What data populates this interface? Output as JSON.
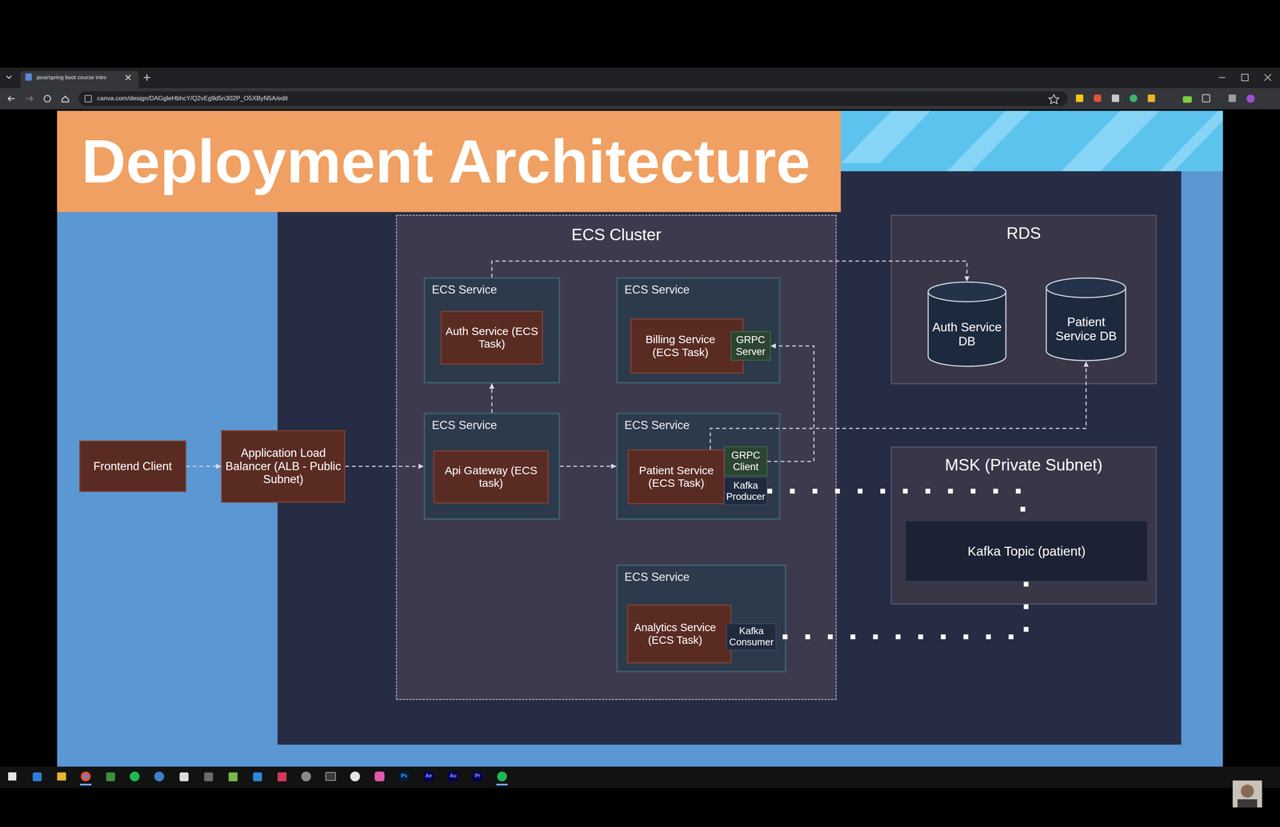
{
  "diagram": {
    "title": "Deployment Architecture",
    "nodes": [
      {
        "text": [
          "Frontend Client"
        ]
      },
      {
        "text": [
          "Application Load Balancer (ALB - Public Subnet)"
        ]
      },
      {
        "text": [
          "ECS Cluster"
        ]
      },
      {
        "text": [
          "ECS Service"
        ],
        "in": 2
      },
      {
        "text": [
          "Auth Service (ECS Task)"
        ],
        "in": 3
      },
      {
        "text": [
          "ECS Service"
        ],
        "in": 2
      },
      {
        "text": [
          "Billing Service (ECS Task)"
        ],
        "in": 5
      },
      {
        "text": [
          "GRPC Server"
        ],
        "in": 5
      },
      {
        "text": [
          "ECS Service"
        ],
        "in": 2
      },
      {
        "text": [
          "Api Gateway (ECS task)"
        ],
        "in": 8
      },
      {
        "text": [
          "ECS Service"
        ],
        "in": 2
      },
      {
        "text": [
          "Patient Service (ECS Task)"
        ],
        "in": 10
      },
      {
        "text": [
          "GRPC Client"
        ],
        "in": 10
      },
      {
        "text": [
          "Kafka Producer"
        ],
        "in": 10
      },
      {
        "text": [
          "ECS Service"
        ],
        "in": 2
      },
      {
        "text": [
          "Analytics Service (ECS Task)"
        ],
        "in": 14
      },
      {
        "text": [
          "Kafka Consumer"
        ],
        "in": 14
      },
      {
        "text": [
          "RDS"
        ]
      },
      {
        "text": [
          "Auth Service DB"
        ],
        "in": 17
      },
      {
        "text": [
          "Patient Service DB"
        ],
        "in": 17
      },
      {
        "text": [
          "MSK (Private Subnet)"
        ]
      },
      {
        "text": [
          "Kafka Topic (patient)"
        ],
        "in": 20
      }
    ],
    "edges": [
      {
        "from": 0,
        "to": 1,
        "arrow": "to"
      },
      {
        "from": 1,
        "to": 8,
        "arrow": "to"
      },
      {
        "from": 8,
        "to": 3,
        "arrow": "to"
      },
      {
        "from": 8,
        "to": 10,
        "arrow": "to"
      },
      {
        "from": 3,
        "to": 18,
        "arrow": "to"
      },
      {
        "from": 11,
        "to": 19,
        "arrow": "to"
      },
      {
        "from": 12,
        "to": 7,
        "arrow": "to"
      },
      {
        "from": 13,
        "to": 21,
        "arrow": "none"
      },
      {
        "from": 21,
        "to": 16,
        "arrow": "none"
      }
    ],
    "labels": [
      "java/spring boot course intro",
      "canva.com/design/DAGgleHbhcY/Q2vEg9d5n302P_O5XByN5A/edit",
      "Ps",
      "Ae",
      "Au",
      "Pr"
    ]
  }
}
